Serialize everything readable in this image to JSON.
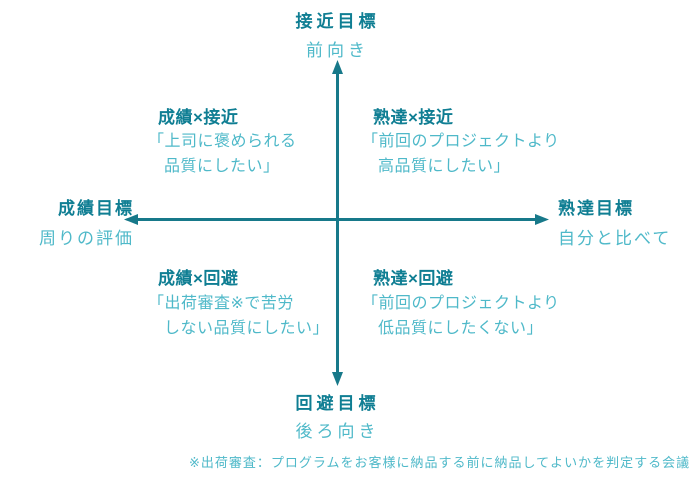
{
  "colors": {
    "axis_line": "#17798a",
    "heading_teal": "#0f7e93",
    "body_teal": "#4fb9c9",
    "background": "#ffffff"
  },
  "axes": {
    "top": {
      "title": "接近目標",
      "subtitle": "前向き"
    },
    "bottom": {
      "title": "回避目標",
      "subtitle": "後ろ向き"
    },
    "left": {
      "title": "成績目標",
      "subtitle": "周りの評価"
    },
    "right": {
      "title": "熟達目標",
      "subtitle": "自分と比べて"
    }
  },
  "quadrants": {
    "top_left": {
      "title": "成績×接近",
      "body": "「上司に褒められる\n品質にしたい」"
    },
    "top_right": {
      "title": "熟達×接近",
      "body": "「前回のプロジェクトより\n高品質にしたい」"
    },
    "bottom_left": {
      "title": "成績×回避",
      "body": "「出荷審査※で苦労\nしない品質にしたい」"
    },
    "bottom_right": {
      "title": "熟達×回避",
      "body": "「前回のプロジェクトより\n低品質にしたくない」"
    }
  },
  "footnote": "※出荷審査：プログラムをお客様に納品する前に納品してよいかを判定する会議"
}
